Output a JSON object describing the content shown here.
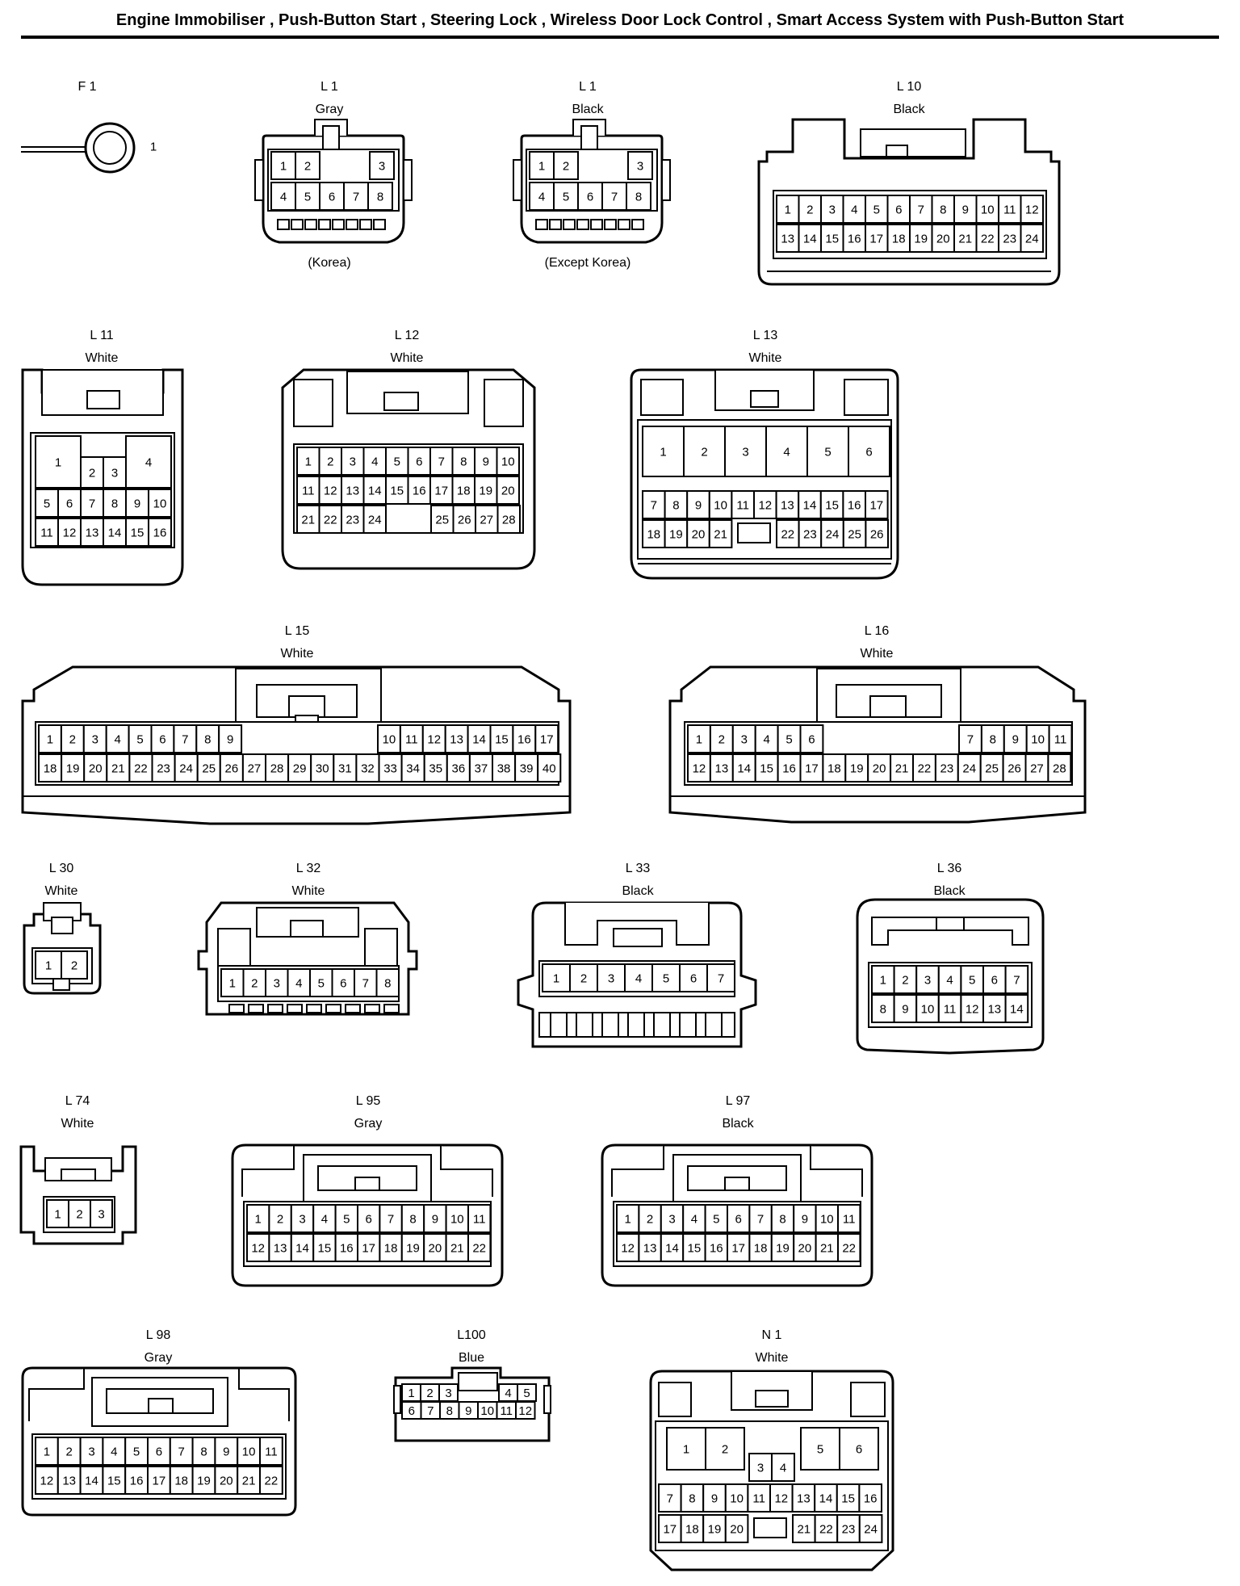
{
  "title": "Engine Immobiliser , Push-Button Start , Steering Lock , Wireless Door Lock Control , Smart Access System with Push-Button Start",
  "connectors": [
    {
      "id": "F1",
      "code": "F 1",
      "color": "",
      "note": "",
      "pins": [
        "1"
      ]
    },
    {
      "id": "L1K",
      "code": "L 1",
      "color": "Gray",
      "note": "(Korea)",
      "pins": [
        "1",
        "2",
        "3",
        "4",
        "5",
        "6",
        "7",
        "8"
      ]
    },
    {
      "id": "L1E",
      "code": "L 1",
      "color": "Black",
      "note": "(Except Korea)",
      "pins": [
        "1",
        "2",
        "3",
        "4",
        "5",
        "6",
        "7",
        "8"
      ]
    },
    {
      "id": "L10",
      "code": "L 10",
      "color": "Black",
      "note": "",
      "pins": [
        "1",
        "2",
        "3",
        "4",
        "5",
        "6",
        "7",
        "8",
        "9",
        "10",
        "11",
        "12",
        "13",
        "14",
        "15",
        "16",
        "17",
        "18",
        "19",
        "20",
        "21",
        "22",
        "23",
        "24"
      ]
    },
    {
      "id": "L11",
      "code": "L 11",
      "color": "White",
      "note": "",
      "pins": [
        "1",
        "2",
        "3",
        "4",
        "5",
        "6",
        "7",
        "8",
        "9",
        "10",
        "11",
        "12",
        "13",
        "14",
        "15",
        "16"
      ]
    },
    {
      "id": "L12",
      "code": "L 12",
      "color": "White",
      "note": "",
      "pins": [
        "1",
        "2",
        "3",
        "4",
        "5",
        "6",
        "7",
        "8",
        "9",
        "10",
        "11",
        "12",
        "13",
        "14",
        "15",
        "16",
        "17",
        "18",
        "19",
        "20",
        "21",
        "22",
        "23",
        "24",
        "25",
        "26",
        "27",
        "28"
      ]
    },
    {
      "id": "L13",
      "code": "L 13",
      "color": "White",
      "note": "",
      "pins": [
        "1",
        "2",
        "3",
        "4",
        "5",
        "6",
        "7",
        "8",
        "9",
        "10",
        "11",
        "12",
        "13",
        "14",
        "15",
        "16",
        "17",
        "18",
        "19",
        "20",
        "21",
        "22",
        "23",
        "24",
        "25",
        "26"
      ]
    },
    {
      "id": "L15",
      "code": "L 15",
      "color": "White",
      "note": "",
      "pins": [
        "1",
        "2",
        "3",
        "4",
        "5",
        "6",
        "7",
        "8",
        "9",
        "10",
        "11",
        "12",
        "13",
        "14",
        "15",
        "16",
        "17",
        "18",
        "19",
        "20",
        "21",
        "22",
        "23",
        "24",
        "25",
        "26",
        "27",
        "28",
        "29",
        "30",
        "31",
        "32",
        "33",
        "34",
        "35",
        "36",
        "37",
        "38",
        "39",
        "40"
      ]
    },
    {
      "id": "L16",
      "code": "L 16",
      "color": "White",
      "note": "",
      "pins": [
        "1",
        "2",
        "3",
        "4",
        "5",
        "6",
        "7",
        "8",
        "9",
        "10",
        "11",
        "12",
        "13",
        "14",
        "15",
        "16",
        "17",
        "18",
        "19",
        "20",
        "21",
        "22",
        "23",
        "24",
        "25",
        "26",
        "27",
        "28"
      ]
    },
    {
      "id": "L30",
      "code": "L 30",
      "color": "White",
      "note": "",
      "pins": [
        "1",
        "2"
      ]
    },
    {
      "id": "L32",
      "code": "L 32",
      "color": "White",
      "note": "",
      "pins": [
        "1",
        "2",
        "3",
        "4",
        "5",
        "6",
        "7",
        "8"
      ]
    },
    {
      "id": "L33",
      "code": "L 33",
      "color": "Black",
      "note": "",
      "pins": [
        "1",
        "2",
        "3",
        "4",
        "5",
        "6",
        "7"
      ]
    },
    {
      "id": "L36",
      "code": "L 36",
      "color": "Black",
      "note": "",
      "pins": [
        "1",
        "2",
        "3",
        "4",
        "5",
        "6",
        "7",
        "8",
        "9",
        "10",
        "11",
        "12",
        "13",
        "14"
      ]
    },
    {
      "id": "L74",
      "code": "L 74",
      "color": "White",
      "note": "",
      "pins": [
        "1",
        "2",
        "3"
      ]
    },
    {
      "id": "L95",
      "code": "L 95",
      "color": "Gray",
      "note": "",
      "pins": [
        "1",
        "2",
        "3",
        "4",
        "5",
        "6",
        "7",
        "8",
        "9",
        "10",
        "11",
        "12",
        "13",
        "14",
        "15",
        "16",
        "17",
        "18",
        "19",
        "20",
        "21",
        "22"
      ]
    },
    {
      "id": "L97",
      "code": "L 97",
      "color": "Black",
      "note": "",
      "pins": [
        "1",
        "2",
        "3",
        "4",
        "5",
        "6",
        "7",
        "8",
        "9",
        "10",
        "11",
        "12",
        "13",
        "14",
        "15",
        "16",
        "17",
        "18",
        "19",
        "20",
        "21",
        "22"
      ]
    },
    {
      "id": "L98",
      "code": "L 98",
      "color": "Gray",
      "note": "",
      "pins": [
        "1",
        "2",
        "3",
        "4",
        "5",
        "6",
        "7",
        "8",
        "9",
        "10",
        "11",
        "12",
        "13",
        "14",
        "15",
        "16",
        "17",
        "18",
        "19",
        "20",
        "21",
        "22"
      ]
    },
    {
      "id": "L100",
      "code": "L100",
      "color": "Blue",
      "note": "",
      "pins": [
        "1",
        "2",
        "3",
        "4",
        "5",
        "6",
        "7",
        "8",
        "9",
        "10",
        "11",
        "12"
      ]
    },
    {
      "id": "N1",
      "code": "N 1",
      "color": "White",
      "note": "",
      "pins": [
        "1",
        "2",
        "3",
        "4",
        "5",
        "6",
        "7",
        "8",
        "9",
        "10",
        "11",
        "12",
        "13",
        "14",
        "15",
        "16",
        "17",
        "18",
        "19",
        "20",
        "21",
        "22",
        "23",
        "24"
      ]
    }
  ]
}
